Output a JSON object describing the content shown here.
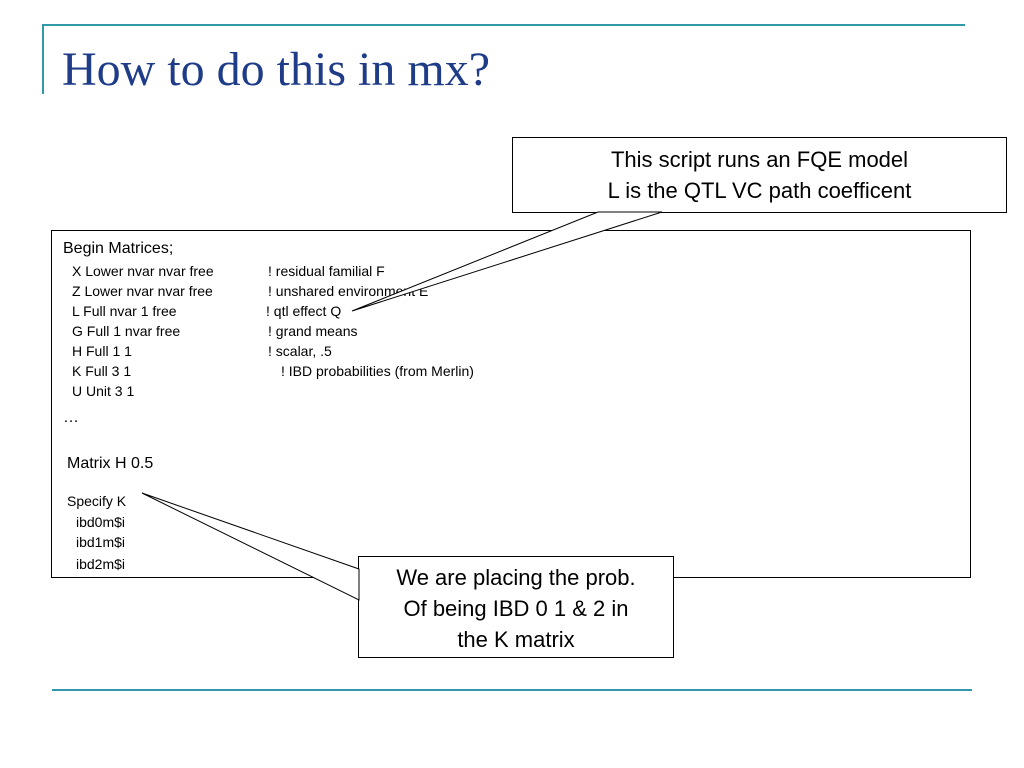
{
  "title": "How to do this in mx?",
  "code": {
    "begin": "Begin Matrices;",
    "matrices": [
      {
        "decl": "X Lower nvar nvar free",
        "comment": "! residual familial F"
      },
      {
        "decl": "Z Lower nvar nvar free",
        "comment": "! unshared environment E"
      },
      {
        "decl": "L Full nvar 1 free",
        "comment": "! qtl effect Q"
      },
      {
        "decl": "G Full 1 nvar free",
        "comment": "! grand means"
      },
      {
        "decl": "H Full 1 1",
        "comment": "! scalar, .5"
      },
      {
        "decl": "K Full 3 1",
        "comment": "! IBD probabilities (from Merlin)"
      },
      {
        "decl": "U Unit 3 1",
        "comment": ""
      }
    ],
    "ellipsis": "…",
    "matrix_h": "Matrix H 0.5",
    "specify": "Specify K",
    "specify_items": [
      "ibd0m$i",
      "ibd1m$i",
      "ibd2m$i"
    ]
  },
  "callouts": {
    "top": [
      "This script runs an FQE model",
      "L is the QTL VC path coefficent"
    ],
    "bottom": [
      "We are placing the prob.",
      "Of being IBD 0 1 & 2 in",
      "the K matrix"
    ]
  },
  "colors": {
    "accent": "#3399aa",
    "title": "#1f3c88"
  }
}
